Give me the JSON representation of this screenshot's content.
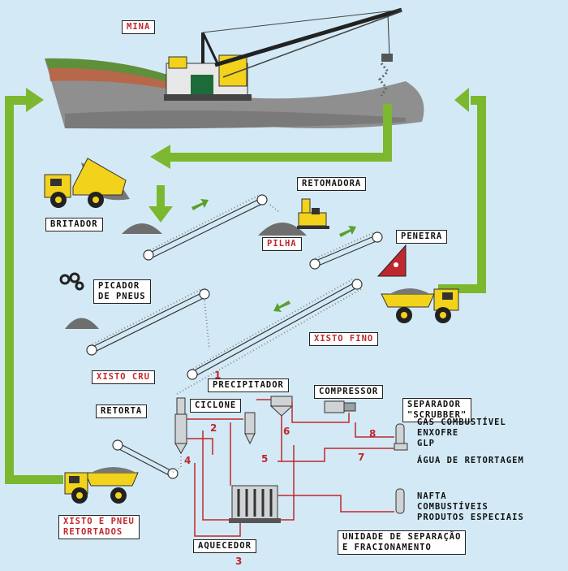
{
  "labels": {
    "mina": "MINA",
    "britador": "BRITADOR",
    "retomadora": "RETOMADORA",
    "pilha": "PILHA",
    "peneira": "PENEIRA",
    "picador_line1": "PICADOR",
    "picador_line2": "DE PNEUS",
    "xisto_fino": "XISTO FINO",
    "xisto_cru": "XISTO CRU",
    "precipitador": "PRECIPITADOR",
    "compressor": "COMPRESSOR",
    "separador_line1": "SEPARADOR",
    "separador_line2": "\"SCRUBBER\"",
    "retorta": "RETORTA",
    "ciclone": "CICLONE",
    "gas_products": [
      "GÁS COMBUSTÍVEL",
      "ENXOFRE",
      "GLP"
    ],
    "agua": "ÁGUA DE RETORTAGEM",
    "nafta_products": [
      "NAFTA",
      "COMBUSTÍVEIS",
      "PRODUTOS ESPECIAIS"
    ],
    "xisto_pneu_line1": "XISTO E PNEU",
    "xisto_pneu_line2": "RETORTADOS",
    "aquecedor": "AQUECEDOR",
    "unidade_line1": "UNIDADE DE SEPARAÇÃO",
    "unidade_line2": "E FRACIONAMENTO"
  },
  "numbers": [
    "1",
    "2",
    "3",
    "4",
    "5",
    "6",
    "7",
    "8"
  ],
  "colors": {
    "background": "#d3eaf6",
    "flow_arrow": "#7cb82f",
    "small_arrow": "#5aa02c",
    "pipe": "#c0272d",
    "truck_yellow": "#f2d21b",
    "label_red": "#c0272d",
    "ground": "#8a8a8a",
    "grass": "#5f8f3a",
    "material": "#6e6e6e"
  }
}
